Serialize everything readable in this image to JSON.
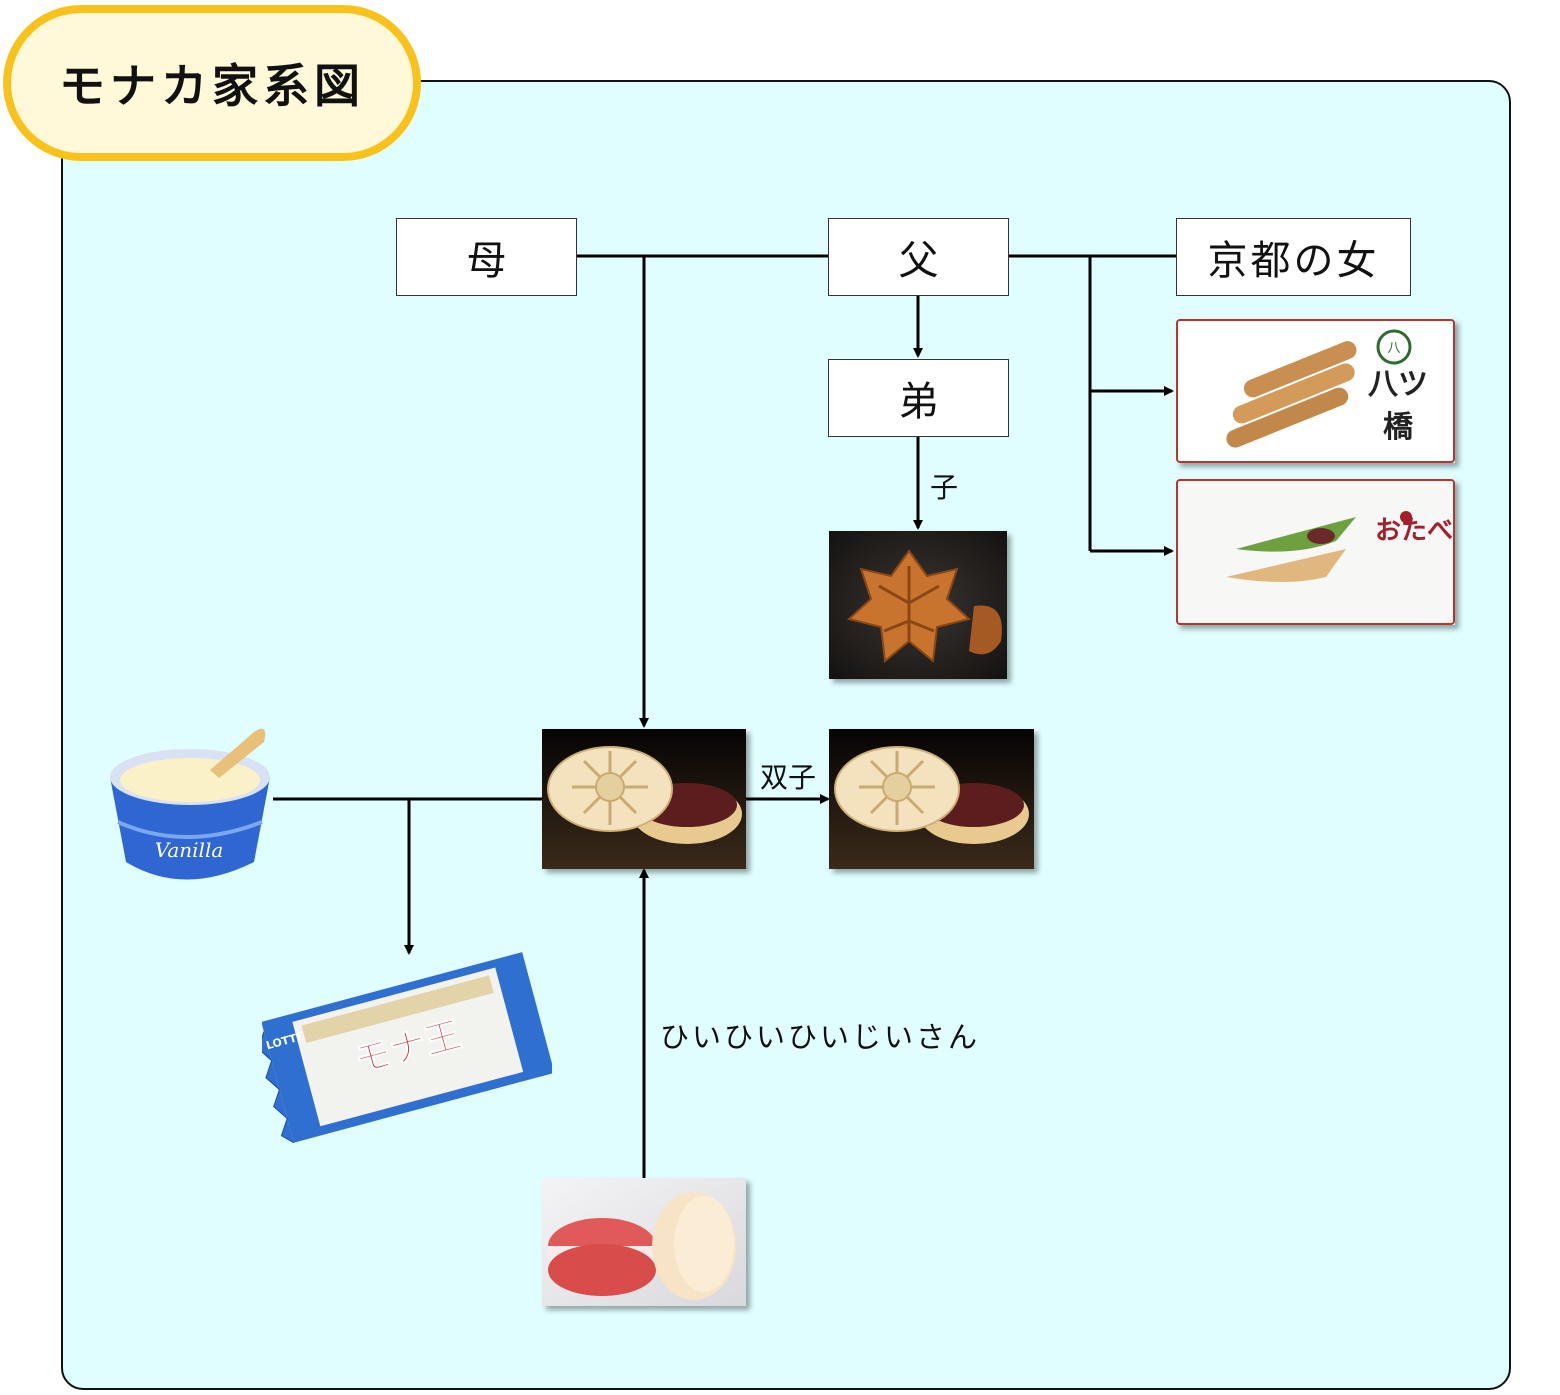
{
  "title": "モナカ家系図",
  "nodes": {
    "mother": "母",
    "father": "父",
    "kyoto_woman": "京都の女",
    "younger_brother": "弟"
  },
  "edge_labels": {
    "child": "子",
    "twins": "双子",
    "great_great_great_grandpa": "ひいひいひいじいさん"
  },
  "image_text": {
    "yatsuhashi": "八ツ橋",
    "otabe": "おたべ",
    "vanilla": "Vanilla",
    "monaou": "モナ王",
    "lotte": "LOTTE"
  },
  "colors": {
    "panel": "#e0feff",
    "badge_border": "#f9c21b",
    "badge_fill": "#fff8d9"
  }
}
